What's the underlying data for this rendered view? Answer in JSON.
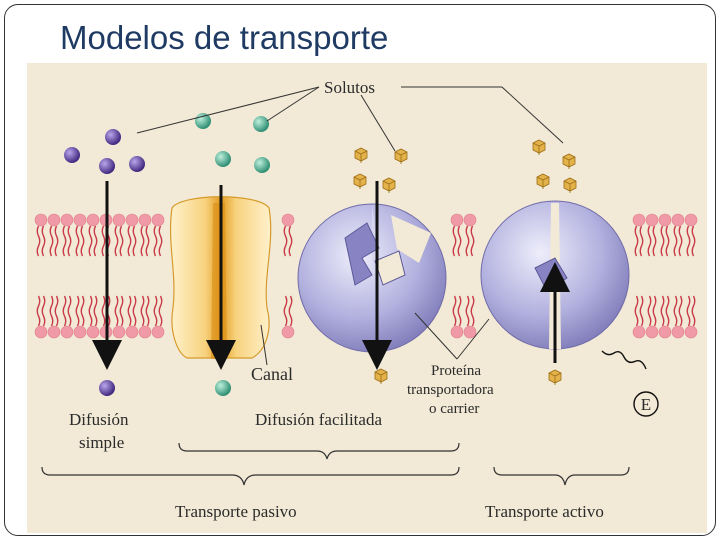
{
  "slide": {
    "title": "Modelos de transporte"
  },
  "diagram": {
    "solutes_label": "Solutos",
    "channel_label": "Canal",
    "carrier_label_lines": [
      "Proteína",
      "transportadora",
      "o carrier"
    ],
    "simple_diffusion_lines": [
      "Difusión",
      "simple"
    ],
    "facilitated_diffusion_label": "Difusión facilitada",
    "passive_transport_label": "Transporte pasivo",
    "active_transport_label": "Transporte activo",
    "energy_symbol": "E"
  },
  "colors": {
    "background": "#f2ead6",
    "phospholipid_head": "#ef9aa6",
    "tail": "#c93a4a",
    "channel": "#f4c25a",
    "carrier_protein": "#a8a6d8",
    "purple_solute": "#5a3d9e",
    "teal_solute": "#4fb79b",
    "gold_solute": "#d9a53a"
  }
}
